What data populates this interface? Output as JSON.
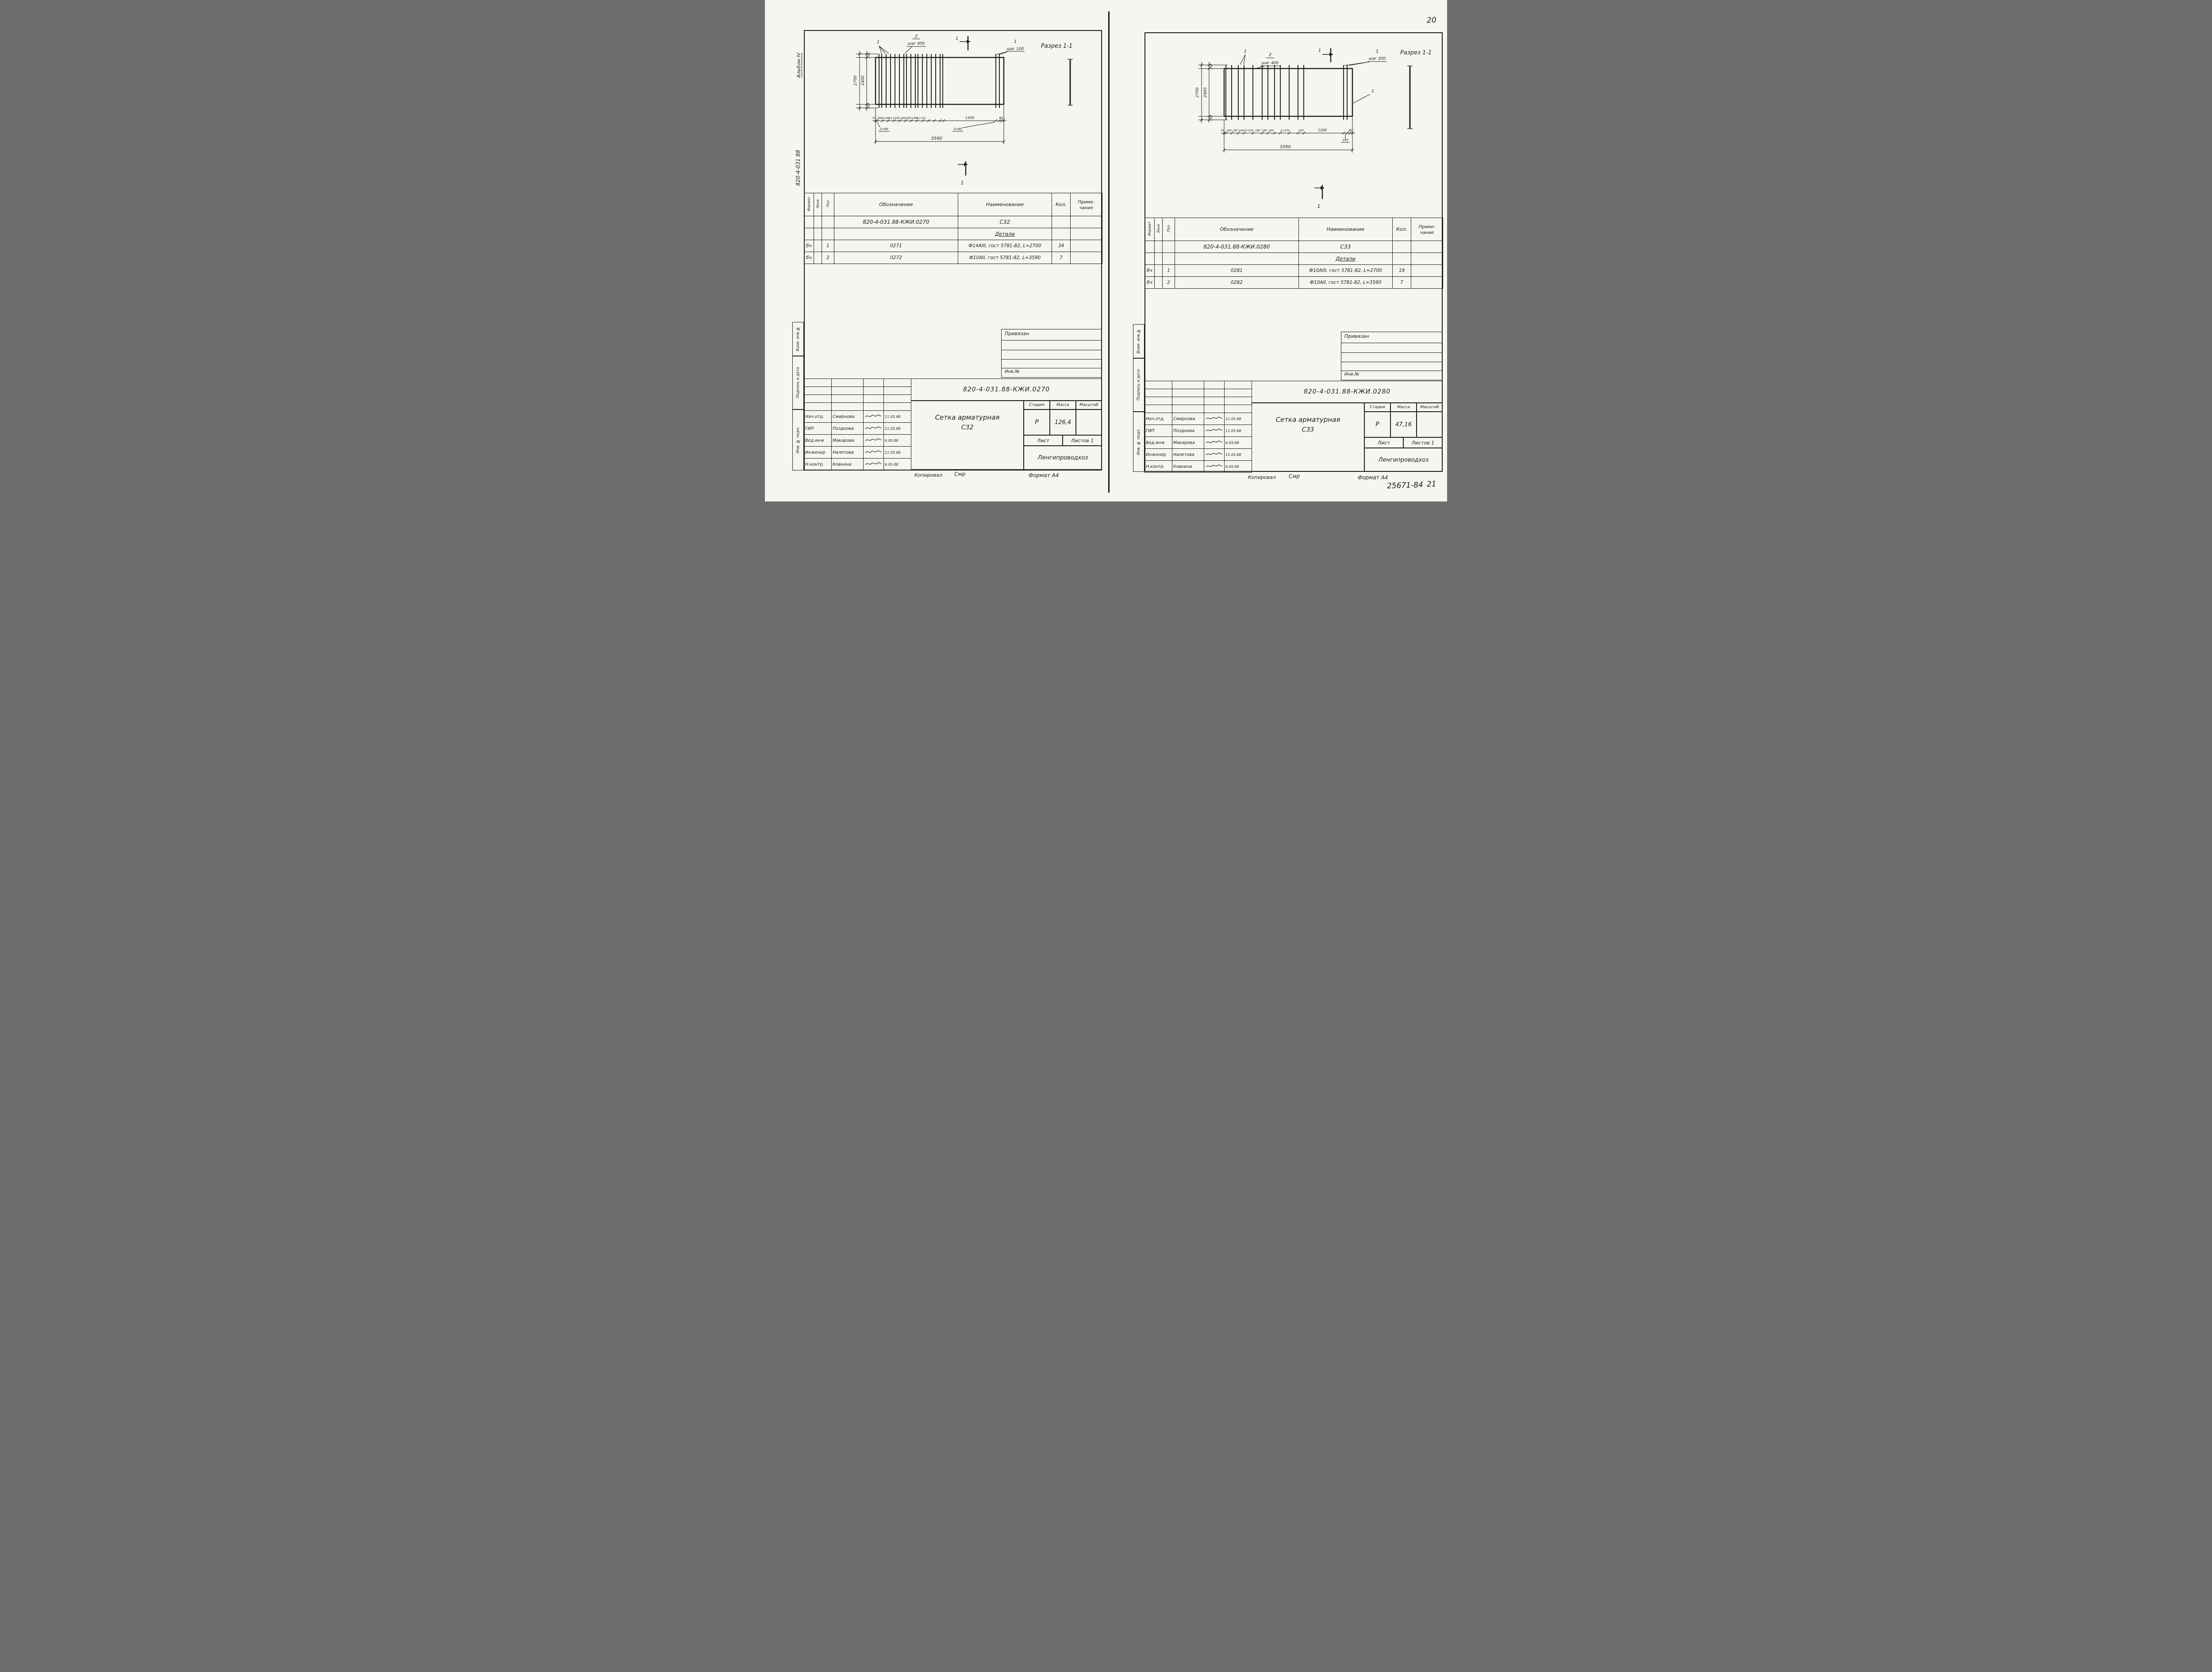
{
  "page": {
    "number": "20",
    "hand_number": "25671-84",
    "hand_page": "21"
  },
  "spec_header": {
    "format": "Формат",
    "zona": "Зона",
    "poz": "Поз",
    "oboz": "Обозначение",
    "naim": "Наименование",
    "kol": "Кол.",
    "prim": "Приме-\nчание"
  },
  "left": {
    "sidebar": {
      "album": "Альбом IV",
      "doc_vertical": "820-4-031 88",
      "vzam": "Взам. инв.№",
      "podpis": "Подпись и дата",
      "inv": "Инв. № подл."
    },
    "drawing": {
      "callout_1_left": "1",
      "callout_2": "2",
      "step_400": "шаг 400",
      "section_mark_top": "1",
      "callout_1_right": "1",
      "step_100": "шаг 100",
      "section_title": "Разрез 1-1",
      "section_mark_bottom": "1",
      "dim_150_top": "150",
      "dim_2400": "2400",
      "dim_2700": "2700",
      "dim_150_bottom": "150",
      "dim_50": "50",
      "seg_1": "190",
      "seg_2": "2×80",
      "seg_3": "4×125",
      "seg_4": "2×80",
      "seg_5": "190",
      "seg_6": "2×80",
      "seg_7": "4×125",
      "dim_1300": "1300",
      "dim_60": "60",
      "callout_2x80_a": "2×80",
      "callout_2x80_b": "2×80",
      "dim_total": "3590"
    },
    "spec_rows": [
      {
        "format": "",
        "poz": "",
        "oboz": "820-4-031.88-КЖИ.0270",
        "naim": "С32",
        "kol": ""
      },
      {
        "format": "",
        "poz": "",
        "oboz": "",
        "naim": "Детали",
        "kol": ""
      },
      {
        "format": "бч",
        "poz": "1",
        "oboz": "0271",
        "naim": "Ф14АIII, гост 5781-82, L=2700",
        "kol": "34"
      },
      {
        "format": "бч",
        "poz": "2",
        "oboz": "0272",
        "naim": "Ф10АII, гост 5781-82, L=3590",
        "kol": "7"
      }
    ],
    "privyazan": {
      "label": "Привязан",
      "inv": "Инв.№"
    },
    "titleblock": {
      "doc": "820-4-031.88-КЖИ.0270",
      "title_line1": "Сетка арматурная",
      "title_line2": "С32",
      "stage_label": "Стадия",
      "mass_label": "Масса",
      "scale_label": "Масштаб",
      "stage": "Р",
      "mass": "126,4",
      "sheet_label": "Лист",
      "sheets_label": "Листов 1",
      "org": "Ленгипроводхоз",
      "signatures": [
        {
          "role": "Нач.отд.",
          "name": "Смирнова",
          "date": "11.05.88"
        },
        {
          "role": "ГИП",
          "name": "Позднова",
          "date": "11.05.88"
        },
        {
          "role": "Вед.инж",
          "name": "Макарова",
          "date": "6.05.88"
        },
        {
          "role": "Инженер",
          "name": "Налетова",
          "date": "11.05.88"
        },
        {
          "role": "Н.контр.",
          "name": "Ковкина",
          "date": "6.05.88"
        }
      ]
    },
    "footer": {
      "copied_label": "Копировал",
      "copied_sig": "Смр",
      "format_label": "Формат А4"
    }
  },
  "right": {
    "sidebar": {
      "vzam": "Взам. инв.№",
      "podpis": "Подпись и дата",
      "inv": "Инв. № подл."
    },
    "drawing": {
      "callout_1_left": "1",
      "callout_2": "2",
      "step_400": "шаг 400",
      "section_mark_top": "1",
      "callout_1_right": "1",
      "step_200": "шаг 200",
      "callout_1_edge": "1",
      "section_title": "Разрез 1-1",
      "section_mark_bottom": "1",
      "dim_150_top": "150",
      "dim_2400": "2400",
      "dim_2700": "2700",
      "dim_150_bottom": "150",
      "dim_50": "50",
      "seg_1": "160",
      "seg_2": "190",
      "seg_3": "160",
      "seg_4": "2×250",
      "seg_5": "160",
      "seg_6": "190",
      "seg_7": "160",
      "seg_8": "2×250",
      "seg_9": "160",
      "dim_1200": "1200",
      "dim_100": "100",
      "dim_60": "60",
      "dim_total": "3590"
    },
    "spec_rows": [
      {
        "format": "",
        "poz": "",
        "oboz": "820-4-031.88-КЖИ.0280",
        "naim": "С33",
        "kol": ""
      },
      {
        "format": "",
        "poz": "",
        "oboz": "",
        "naim": "Детали",
        "kol": ""
      },
      {
        "format": "бч",
        "poz": "1",
        "oboz": "0281",
        "naim": "Ф10АIII, гост 5781-82, L=2700",
        "kol": "19"
      },
      {
        "format": "бч",
        "poz": "2",
        "oboz": "0282",
        "naim": "Ф10АII, гост 5781-82, L=3590",
        "kol": "7"
      }
    ],
    "privyazan": {
      "label": "Привязан",
      "inv": "Инв.№"
    },
    "titleblock": {
      "doc": "820-4-031.88-КЖИ.0280",
      "title_line1": "Сетка арматурная",
      "title_line2": "С33",
      "stage_label": "Стадия",
      "mass_label": "Масса",
      "scale_label": "Масштаб",
      "stage": "Р",
      "mass": "47,16",
      "sheet_label": "Лист",
      "sheets_label": "Листов 1",
      "org": "Ленгипроводхоз",
      "signatures": [
        {
          "role": "Нач.отд.",
          "name": "Смирнова",
          "date": "11.05.88"
        },
        {
          "role": "ГИП",
          "name": "Позднова",
          "date": "11.05.88"
        },
        {
          "role": "Вед.инж",
          "name": "Макарова",
          "date": "6.05.88"
        },
        {
          "role": "Инженер",
          "name": "Налетова",
          "date": "11.05.88"
        },
        {
          "role": "Н.контр.",
          "name": "Ковкина",
          "date": "6.05.88"
        }
      ]
    },
    "footer": {
      "copied_label": "Копировал",
      "copied_sig": "Смр",
      "format_label": "Формат А4"
    }
  }
}
